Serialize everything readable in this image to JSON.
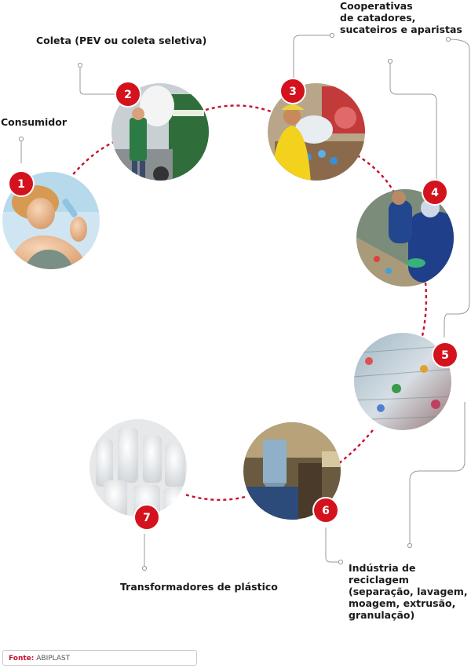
{
  "steps": [
    {
      "number": "1",
      "label": "Consumidor"
    },
    {
      "number": "2",
      "label": "Coleta (PEV ou coleta seletiva)"
    },
    {
      "number": "3",
      "label": "Cooperativas\nde catadores,\nsucateiros e aparistas"
    },
    {
      "number": "4",
      "label": ""
    },
    {
      "number": "5",
      "label": ""
    },
    {
      "number": "6",
      "label": "Indústria de reciclagem\n(separação, lavagem,\nmoagem, extrusão,\ngranulação)"
    },
    {
      "number": "7",
      "label": "Transformadores de plástico"
    }
  ],
  "source": {
    "key": "Fonte:",
    "value": "ABIPLAST"
  },
  "colors": {
    "accent_red": "#d4121e",
    "dashed_line": "#c8102e",
    "connector": "#9a9a9a"
  },
  "photos": [
    "woman-drinking-water-bottle",
    "collection-truck-with-big-bag",
    "cooperative-worker-sorting-waste",
    "workers-at-sorting-conveyor",
    "compressed-plastic-bale",
    "recycling-industry-machinery",
    "white-plastic-bottles"
  ]
}
